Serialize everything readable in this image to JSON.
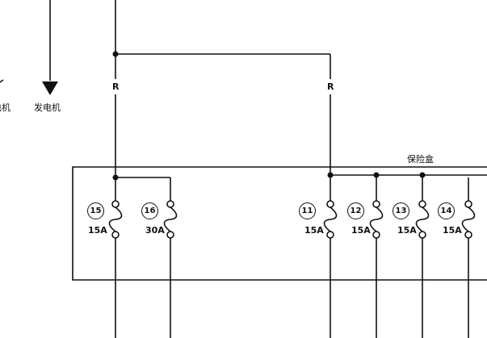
{
  "labels": {
    "partial_left": "电机",
    "generator": "发电机",
    "fuse_box": "保险盒",
    "wire_left": "R",
    "wire_right": "R"
  },
  "fuses": [
    {
      "number": "15",
      "rating": "15A"
    },
    {
      "number": "16",
      "rating": "30A"
    },
    {
      "number": "11",
      "rating": "15A"
    },
    {
      "number": "12",
      "rating": "15A"
    },
    {
      "number": "13",
      "rating": "15A"
    },
    {
      "number": "14",
      "rating": "15A"
    }
  ],
  "colors": {
    "line": "#111111",
    "background": "#ffffff"
  }
}
